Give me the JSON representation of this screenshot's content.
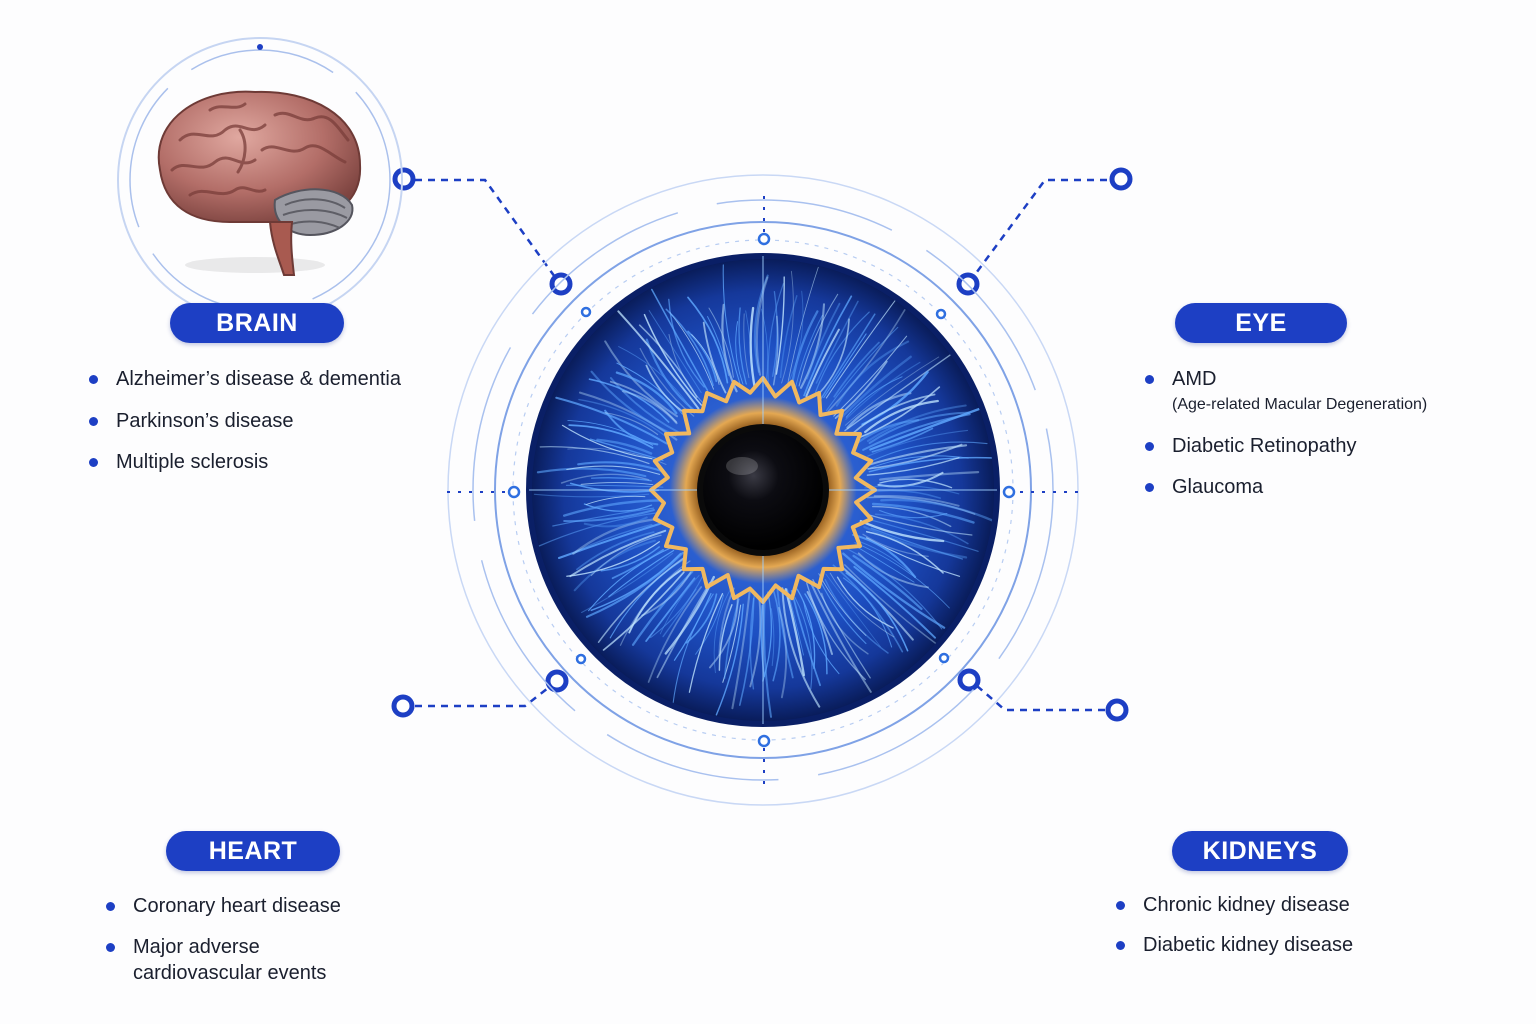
{
  "organs": {
    "brain": {
      "label": "BRAIN",
      "icon": "brain-icon",
      "conditions": [
        "Alzheimer’s disease & dementia",
        "Parkinson’s disease",
        "Multiple sclerosis"
      ]
    },
    "eye": {
      "label": "EYE",
      "icon": "eye-icon",
      "conditions": [
        "AMD",
        "Diabetic Retinopathy",
        "Glaucoma"
      ],
      "condition_note": "(Age-related Macular Degeneration)"
    },
    "heart": {
      "label": "HEART",
      "icon": "heart-icon",
      "conditions": [
        "Coronary heart disease",
        "Major adverse",
        "cardiovascular events"
      ]
    },
    "kidneys": {
      "label": "KIDNEYS",
      "icon": "kidneys-icon",
      "conditions": [
        "Chronic kidney disease",
        "Diabetic kidney disease"
      ]
    }
  },
  "center": {
    "icon": "iris-icon"
  },
  "colors": {
    "accent": "#1d3fc4",
    "connector": "#1d3fc4",
    "iris_blue": "#2f6fe0",
    "iris_gold": "#e0a050",
    "text": "#1a1f2e"
  }
}
